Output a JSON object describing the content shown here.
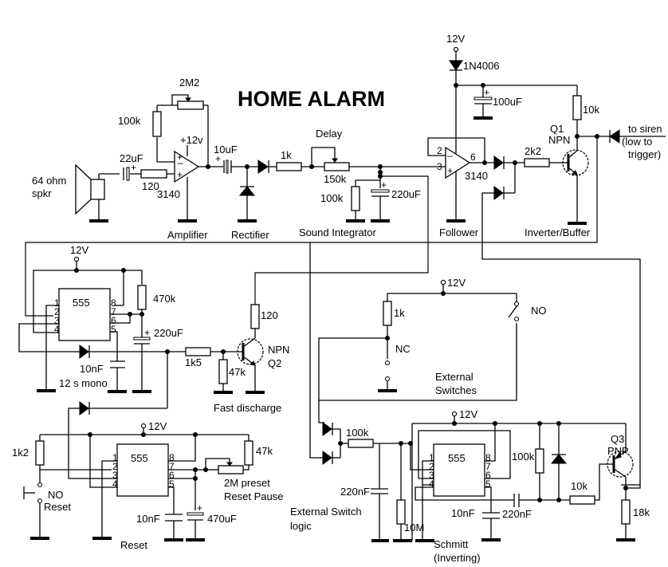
{
  "title": "HOME ALARM",
  "supply_labels": {
    "follower_12v": "12V",
    "mono_12v": "12V",
    "switches_12v": "12V",
    "reset_12v": "12V",
    "schmitt_12v": "12V",
    "amp_12v": "+12v"
  },
  "sections": {
    "amplifier": "Amplifier",
    "rectifier": "Rectifier",
    "sound_integrator": "Sound Integrator",
    "follower": "Follower",
    "inverter_buffer": "Inverter/Buffer",
    "mono": "12 s mono",
    "fast_discharge": "Fast discharge",
    "external_switches_1": "External",
    "external_switches_2": "Switches",
    "external_switch_logic_1": "External Switch",
    "external_switch_logic_2": "logic",
    "schmitt_1": "Schmitt",
    "schmitt_2": "(Inverting)",
    "reset": "Reset",
    "reset_pause": "Reset Pause"
  },
  "components": {
    "speaker_1": "64 ohm",
    "speaker_2": "spkr",
    "c_22uf": "22uF",
    "r_120_in": "120",
    "opamp_amp": "3140",
    "r_100k_fb": "100k",
    "pot_2m2": "2M2",
    "c_10uf": "10uF",
    "r_1k": "1k",
    "delay": "Delay",
    "pot_150k": "150k",
    "r_100k_int": "100k",
    "c_220uf_int": "220uF",
    "diode_1n4006": "1N4006",
    "c_100uf": "100uF",
    "opamp_follower": "3140",
    "pin_2": "2",
    "pin_3": "3",
    "pin_6": "6",
    "r_2k2": "2k2",
    "r_10k_q1": "10k",
    "q1_name": "Q1",
    "q1_type": "NPN",
    "siren_1": "to siren",
    "siren_2": "(low to",
    "siren_3": "trigger)",
    "ic_555": "555",
    "r_470k": "470k",
    "c_220uf_mono": "220uF",
    "c_10nf_mono": "10nF",
    "r_1k5": "1k5",
    "r_120_q2": "120",
    "r_47k_q2": "47k",
    "q2_type": "NPN",
    "q2_name": "Q2",
    "r_1k_sw": "1k",
    "nc": "NC",
    "no_sw": "NO",
    "r_1k2": "1k2",
    "no_reset": "NO",
    "reset_sw": "Reset",
    "r_47k_reset": "47k",
    "pot_2m": "2M preset",
    "c_10nf_reset": "10nF",
    "c_470uf": "470uF",
    "r_100k_logic": "100k",
    "c_220nf_logic": "220nF",
    "r_10m": "10M",
    "c_10nf_schmitt": "10nF",
    "c_220nf_schmitt": "220nF",
    "r_100k_q3": "100k",
    "r_10k_q3": "10k",
    "q3_name": "Q3",
    "q3_type": "PNP",
    "r_18k": "18k"
  },
  "pins_555": [
    "1",
    "2",
    "3",
    "4",
    "8",
    "7",
    "6",
    "5"
  ]
}
